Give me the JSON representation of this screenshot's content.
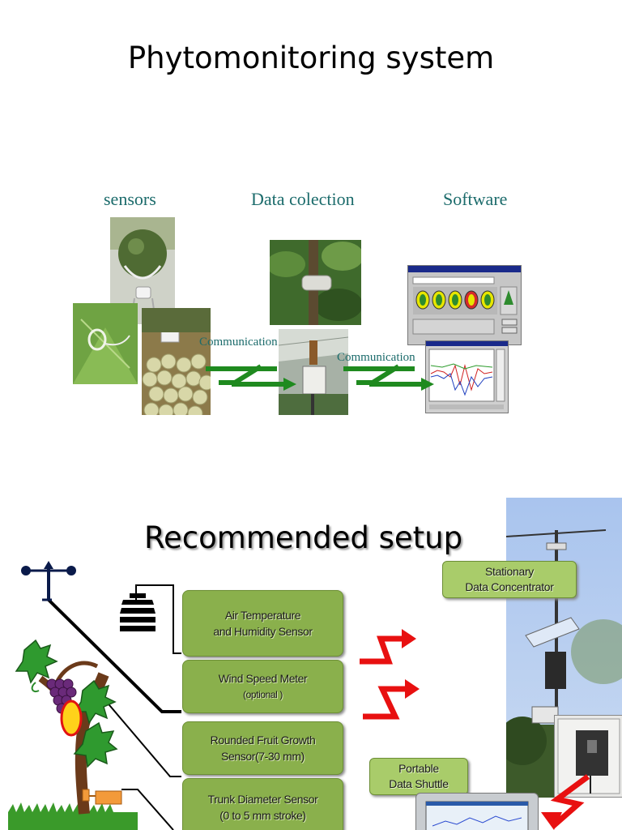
{
  "slide1": {
    "title": "Phytomonitoring system",
    "columns": {
      "sensors": "sensors",
      "data_collection": "Data colection",
      "software": "Software"
    },
    "communication_left": "Communication",
    "communication_right": "Communication",
    "colors": {
      "label_teal": "#1b6b6b",
      "arrow_green": "#1f8a1f"
    }
  },
  "slide2": {
    "title": "Recommended setup",
    "boxes": {
      "air_temp": {
        "line1": "Air Temperature",
        "line2": "and Humidity Sensor"
      },
      "wind": {
        "line1": "Wind Speed Meter",
        "line2": "(optional )"
      },
      "fruit": {
        "line1": "Rounded Fruit Growth",
        "line2": "Sensor(7-30 mm)"
      },
      "trunk": {
        "line1": "Trunk Diameter Sensor",
        "line2": "(0 to 5 mm stroke)"
      }
    },
    "stationary": {
      "line1": "Stationary",
      "line2": "Data Concentrator"
    },
    "portable": {
      "line1": "Portable",
      "line2": "Data Shuttle"
    },
    "colors": {
      "box_green": "#8ab04c",
      "signal_red": "#e81010"
    }
  }
}
